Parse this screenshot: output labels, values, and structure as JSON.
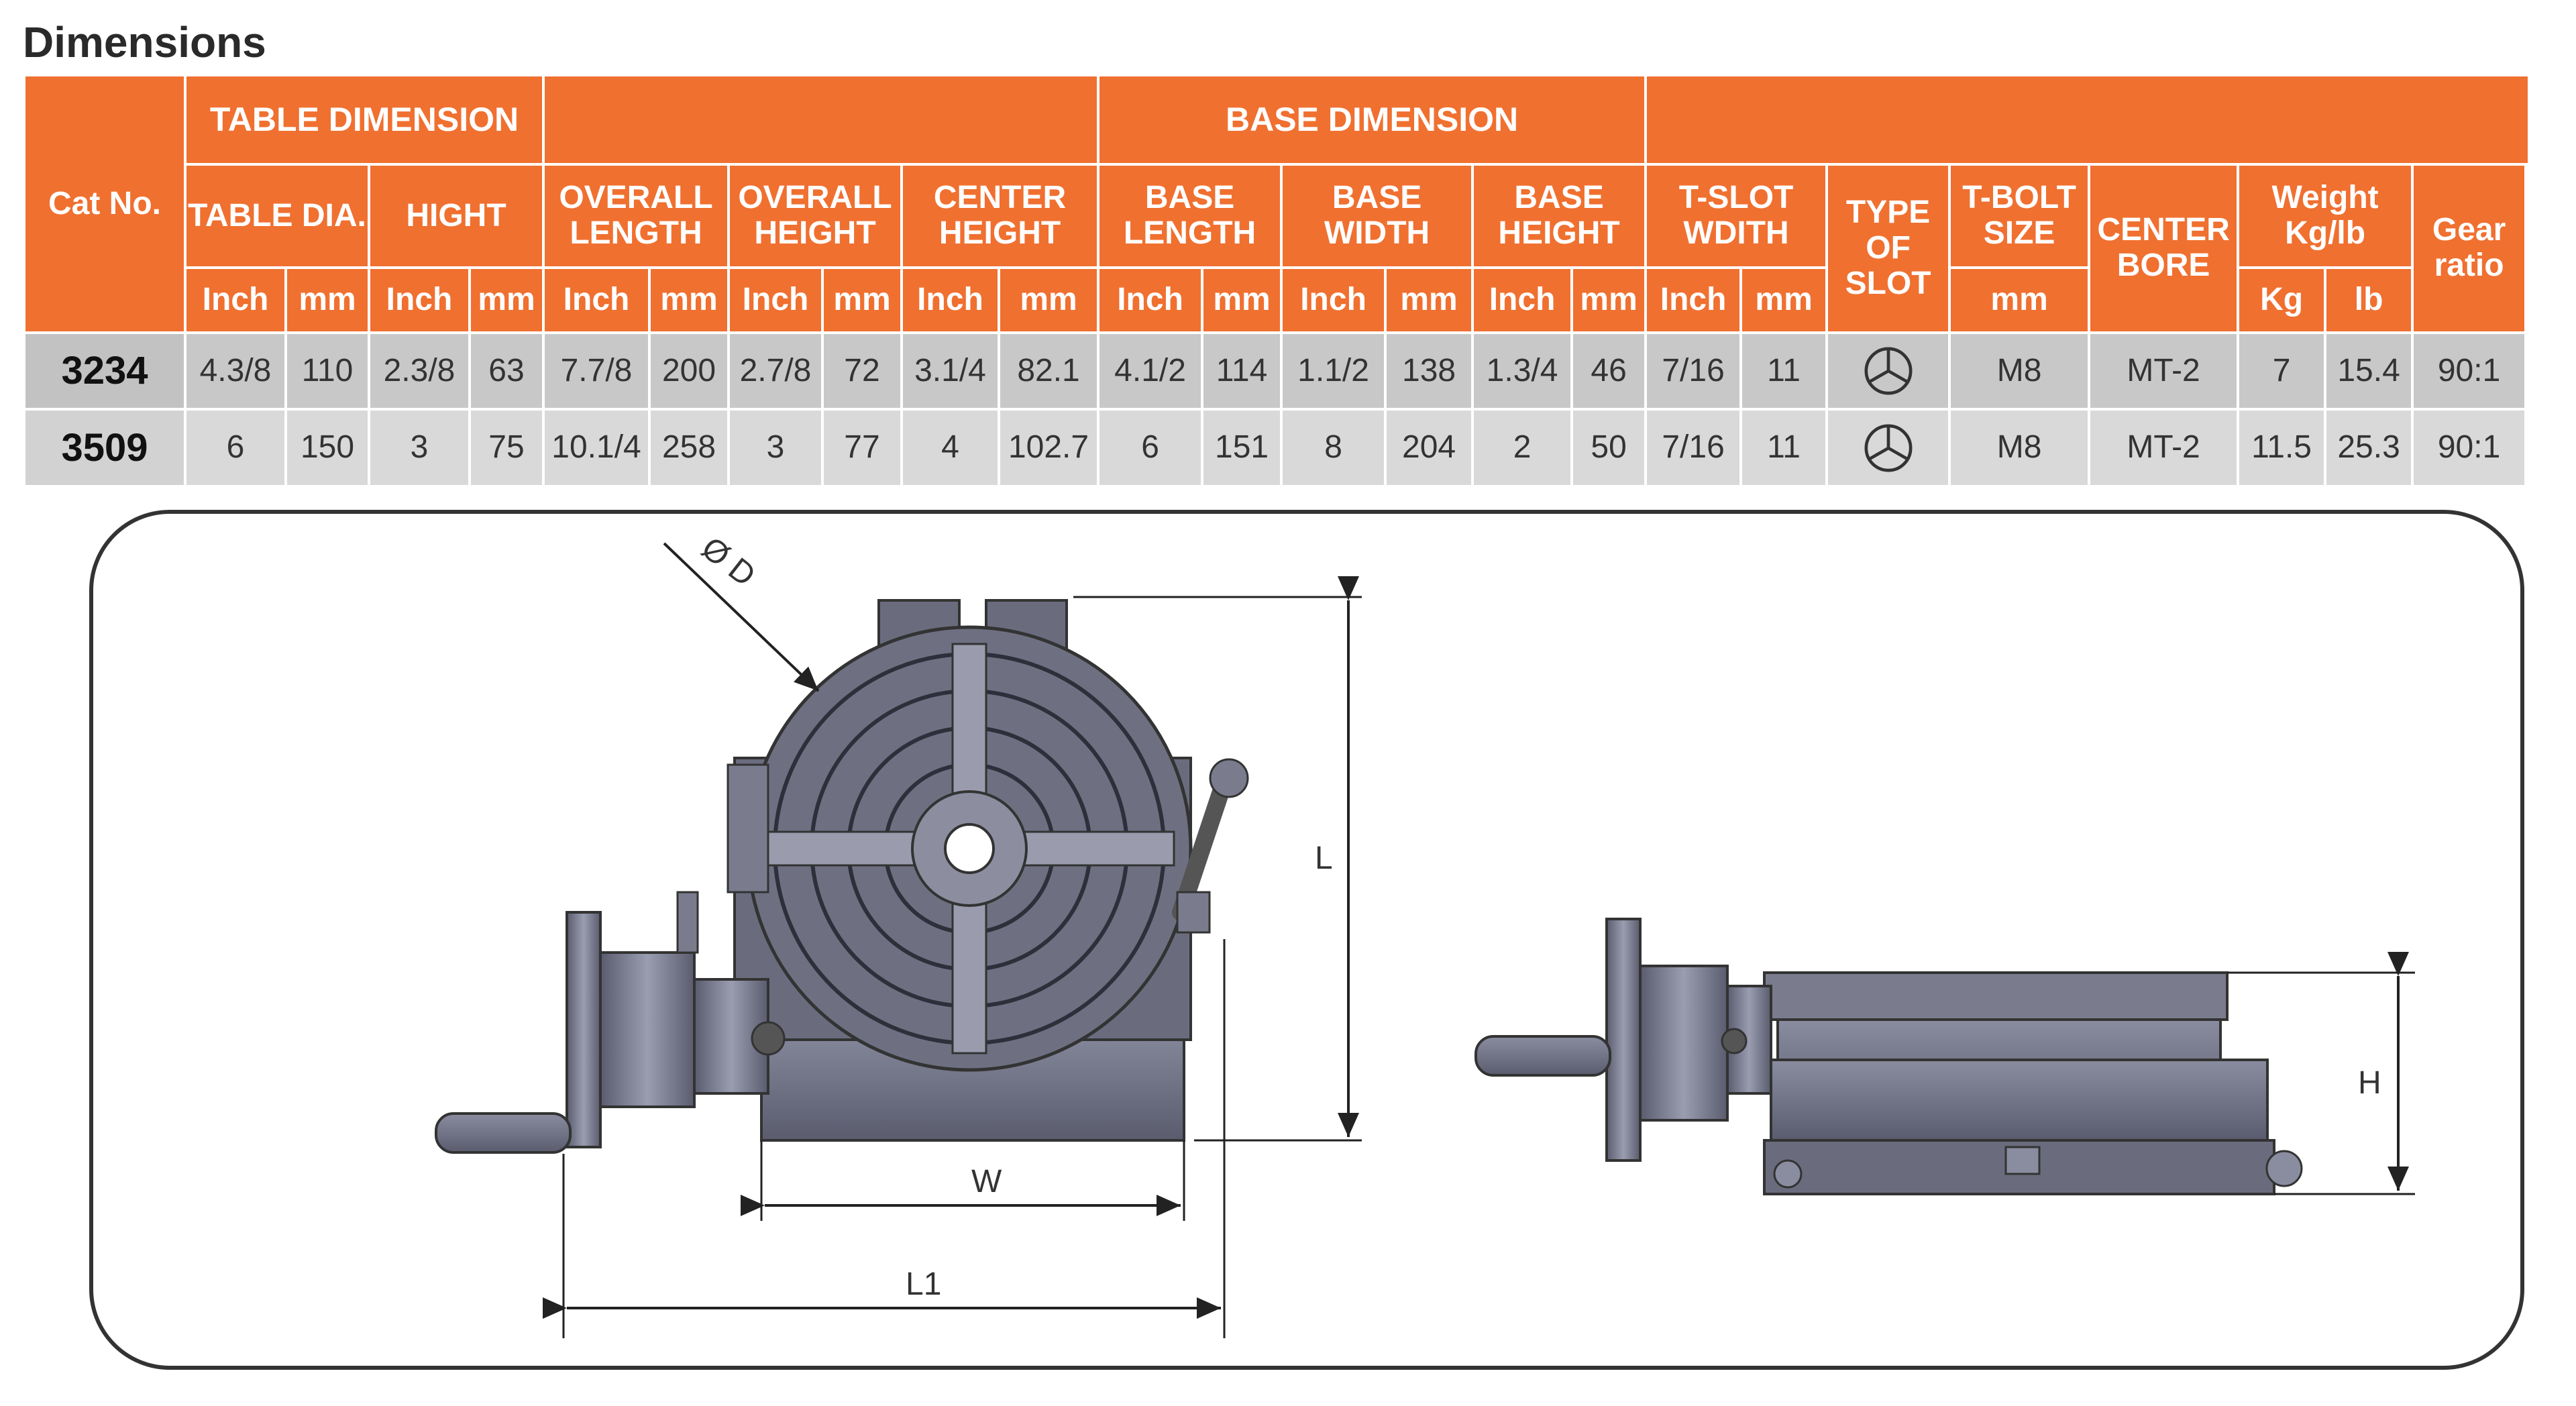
{
  "title": "Dimensions",
  "header": {
    "cat_no": "Cat No.",
    "group_table": "TABLE DIMENSION",
    "group_base": "BASE DIMENSION",
    "table_dia": "TABLE DIA.",
    "hight": "HIGHT",
    "overall_length": "OVERALL LENGTH",
    "overall_height": "OVERALL HEIGHT",
    "center_height": "CENTER HEIGHT",
    "base_length": "BASE LENGTH",
    "base_width": "BASE WIDTH",
    "base_height": "BASE HEIGHT",
    "tslot_width": "T-SLOT WDITH",
    "type_of_slot": "TYPE OF SLOT",
    "tbolt_size": "T-BOLT SIZE",
    "center_bore": "CENTER BORE",
    "weight": "Weight Kg/lb",
    "gear_ratio": "Gear ratio",
    "unit_inch": "Inch",
    "unit_mm": "mm",
    "unit_kg": "Kg",
    "unit_lb": "lb"
  },
  "rows": [
    {
      "cat": "3234",
      "table_dia_in": "4.3/8",
      "table_dia_mm": "110",
      "hight_in": "2.3/8",
      "hight_mm": "63",
      "ol_in": "7.7/8",
      "ol_mm": "200",
      "oh_in": "2.7/8",
      "oh_mm": "72",
      "ch_in": "3.1/4",
      "ch_mm": "82.1",
      "bl_in": "4.1/2",
      "bl_mm": "114",
      "bw_in": "1.1/2",
      "bw_mm": "138",
      "bh_in": "1.3/4",
      "bh_mm": "46",
      "ts_in": "7/16",
      "ts_mm": "11",
      "tbolt": "M8",
      "bore": "MT-2",
      "kg": "7",
      "lb": "15.4",
      "gear": "90:1"
    },
    {
      "cat": "3509",
      "table_dia_in": "6",
      "table_dia_mm": "150",
      "hight_in": "3",
      "hight_mm": "75",
      "ol_in": "10.1/4",
      "ol_mm": "258",
      "oh_in": "3",
      "oh_mm": "77",
      "ch_in": "4",
      "ch_mm": "102.7",
      "bl_in": "6",
      "bl_mm": "151",
      "bw_in": "8",
      "bw_mm": "204",
      "bh_in": "2",
      "bh_mm": "50",
      "ts_in": "7/16",
      "ts_mm": "11",
      "tbolt": "M8",
      "bore": "MT-2",
      "kg": "11.5",
      "lb": "25.3",
      "gear": "90:1"
    }
  ],
  "drawing": {
    "label_d": "Ø D",
    "label_l": "L",
    "label_w": "W",
    "label_l1": "L1",
    "label_h": "H"
  },
  "colors": {
    "header": "#f07030",
    "row_a": "#c8c8c8",
    "row_b": "#d9d9d9",
    "metal": "#6e7082"
  }
}
